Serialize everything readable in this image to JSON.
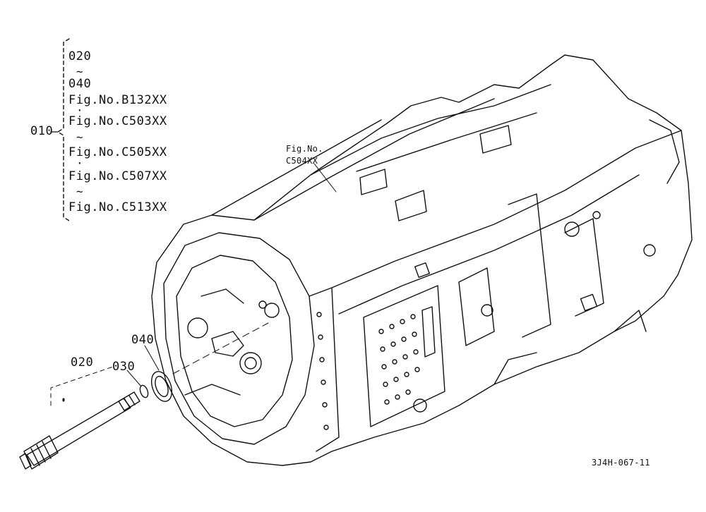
{
  "legend": {
    "group_label": "010",
    "lines": [
      {
        "kind": "text",
        "text": "020"
      },
      {
        "kind": "range",
        "text": "~"
      },
      {
        "kind": "text",
        "text": "040"
      },
      {
        "kind": "text",
        "text": "Fig.No.B132XX"
      },
      {
        "kind": "sep",
        "text": "·"
      },
      {
        "kind": "text",
        "text": "Fig.No.C503XX"
      },
      {
        "kind": "range",
        "text": "~"
      },
      {
        "kind": "text",
        "text": "Fig.No.C505XX"
      },
      {
        "kind": "sep",
        "text": "·"
      },
      {
        "kind": "text",
        "text": "Fig.No.C507XX"
      },
      {
        "kind": "range",
        "text": "~"
      },
      {
        "kind": "text",
        "text": "Fig.No.C513XX"
      }
    ]
  },
  "callouts": {
    "fig_ref_line1": "Fig.No.",
    "fig_ref_line2": "C504XX",
    "part_040": "040",
    "part_030": "030",
    "part_020": "020"
  },
  "drawing_code": "3J4H-067-11",
  "colors": {
    "line": "#111111",
    "background": "#ffffff"
  }
}
